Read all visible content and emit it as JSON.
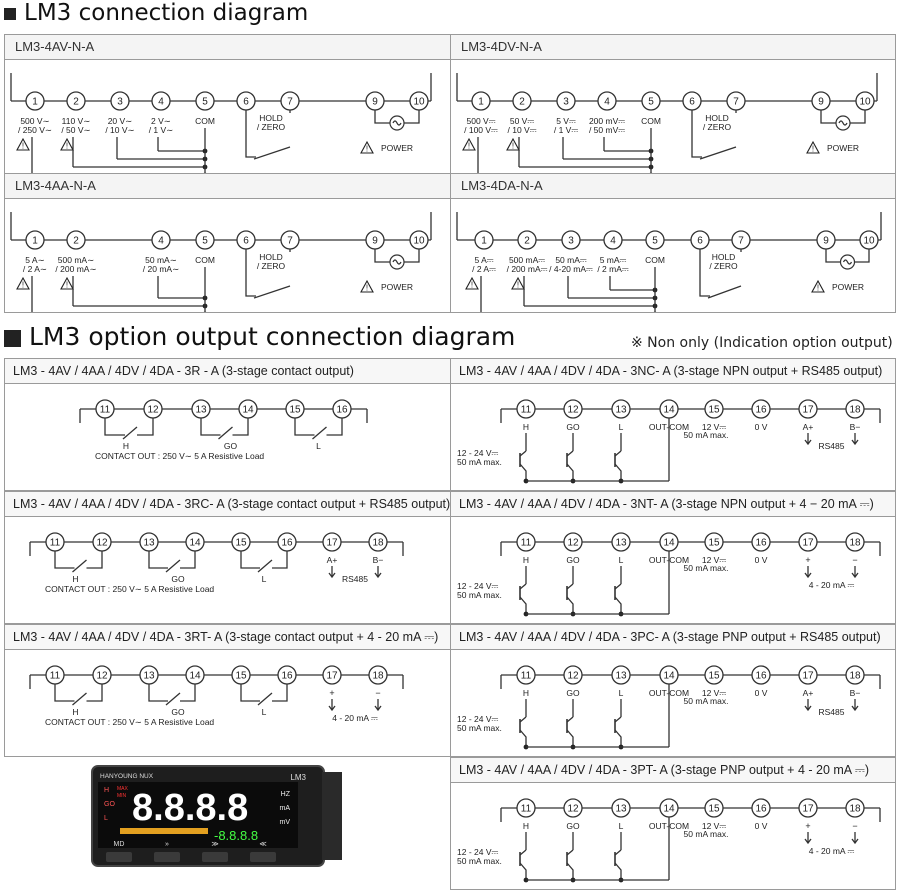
{
  "title1": "LM3 connection diagram",
  "title2": "LM3 option output connection diagram",
  "note": "※ Non only (Indication option output)",
  "com": "COM",
  "hold_zero": [
    "HOLD",
    "/ ZERO"
  ],
  "power": "POWER",
  "inputs": [
    {
      "model": "LM3-4AV-N-A",
      "terminals": [
        "1",
        "2",
        "3",
        "4",
        "5",
        "6",
        "7",
        "9",
        "10"
      ],
      "labels": [
        [
          "500 V∼",
          "/ 250 V∼"
        ],
        [
          "110 V∼",
          "/ 50 V∼"
        ],
        [
          "20 V∼",
          "/ 10 V∼"
        ],
        [
          "2 V∼",
          "/ 1 V∼"
        ]
      ]
    },
    {
      "model": "LM3-4DV-N-A",
      "terminals": [
        "1",
        "2",
        "3",
        "4",
        "5",
        "6",
        "7",
        "9",
        "10"
      ],
      "labels": [
        [
          "500 V⎓",
          "/ 100 V⎓"
        ],
        [
          "50 V⎓",
          "/ 10 V⎓"
        ],
        [
          "5 V⎓",
          "/ 1 V⎓"
        ],
        [
          "200 mV⎓",
          "/ 50 mV⎓"
        ]
      ]
    },
    {
      "model": "LM3-4AA-N-A",
      "terminals": [
        "1",
        "2",
        "4",
        "5",
        "6",
        "7",
        "9",
        "10"
      ],
      "labels": [
        [
          "5 A∼",
          "/ 2 A∼"
        ],
        [
          "500 mA∼",
          "/ 200 mA∼"
        ],
        [
          "50 mA∼",
          "/ 20 mA∼"
        ]
      ]
    },
    {
      "model": "LM3-4DA-N-A",
      "terminals": [
        "1",
        "2",
        "3",
        "4",
        "5",
        "6",
        "7",
        "9",
        "10"
      ],
      "labels": [
        [
          "5 A⎓",
          "/ 2 A⎓"
        ],
        [
          "500 mA⎓",
          "/ 200 mA⎓"
        ],
        [
          "50 mA⎓",
          "/ 4-20 mA⎓"
        ],
        [
          "5 mA⎓",
          "/ 2 mA⎓"
        ]
      ]
    }
  ],
  "relay_labels": [
    "H",
    "GO",
    "L"
  ],
  "contact_text": "CONTACT OUT : 250 V∼   5 A Resistive Load",
  "supply_text": [
    "12 - 24 V⎓",
    "50 mA max."
  ],
  "out_com": "OUT-COM",
  "v12": [
    "12 V⎓",
    "50 mA max."
  ],
  "zero_v": "0 V",
  "rs485": "RS485",
  "a_plus": "A+",
  "b_minus": "B−",
  "plus": "+",
  "minus": "−",
  "ma_out": "4 - 20 mA ⎓",
  "options": [
    {
      "title": "LM3 - 4AV / 4AA / 4DV / 4DA  - 3R - A (3-stage contact output)",
      "terminals": [
        "11",
        "12",
        "13",
        "14",
        "15",
        "16"
      ]
    },
    {
      "title": "LM3 - 4AV / 4AA / 4DV / 4DA  - 3RC- A (3-stage contact output + RS485 output)",
      "terminals": [
        "11",
        "12",
        "13",
        "14",
        "15",
        "16",
        "17",
        "18"
      ]
    },
    {
      "title": "LM3 - 4AV / 4AA / 4DV / 4DA  - 3RT- A (3-stage contact output + 4 - 20 mA ⎓)",
      "terminals": [
        "11",
        "12",
        "13",
        "14",
        "15",
        "16",
        "17",
        "18"
      ]
    },
    {
      "title": "LM3 - 4AV / 4AA / 4DV / 4DA  - 3NC- A (3-stage NPN output + RS485 output)",
      "terminals": [
        "11",
        "12",
        "13",
        "14",
        "15",
        "16",
        "17",
        "18"
      ]
    },
    {
      "title": "LM3 - 4AV / 4AA / 4DV / 4DA  - 3NT- A (3-stage NPN output + 4 − 20 mA ⎓)",
      "terminals": [
        "11",
        "12",
        "13",
        "14",
        "15",
        "16",
        "17",
        "18"
      ]
    },
    {
      "title": "LM3 - 4AV / 4AA / 4DV / 4DA  - 3PC- A (3-stage PNP output + RS485 output)",
      "terminals": [
        "11",
        "12",
        "13",
        "14",
        "15",
        "16",
        "17",
        "18"
      ]
    },
    {
      "title": "LM3 - 4AV / 4AA / 4DV / 4DA  - 3PT- A (3-stage PNP output + 4 - 20 mA ⎓)",
      "terminals": [
        "11",
        "12",
        "13",
        "14",
        "15",
        "16",
        "17",
        "18"
      ]
    }
  ],
  "device": {
    "brand": "HANYOUNG NUX",
    "model": "LM3",
    "display": "8.8.8.8",
    "sub_display": "-8.8.8.8",
    "led_left": [
      "H",
      "GO",
      "L"
    ],
    "max_min": [
      "MAX",
      "MIN"
    ],
    "units": [
      "HZ",
      "mA",
      "mV"
    ],
    "buttons": [
      "MD",
      "»",
      "≫",
      "≪"
    ]
  }
}
